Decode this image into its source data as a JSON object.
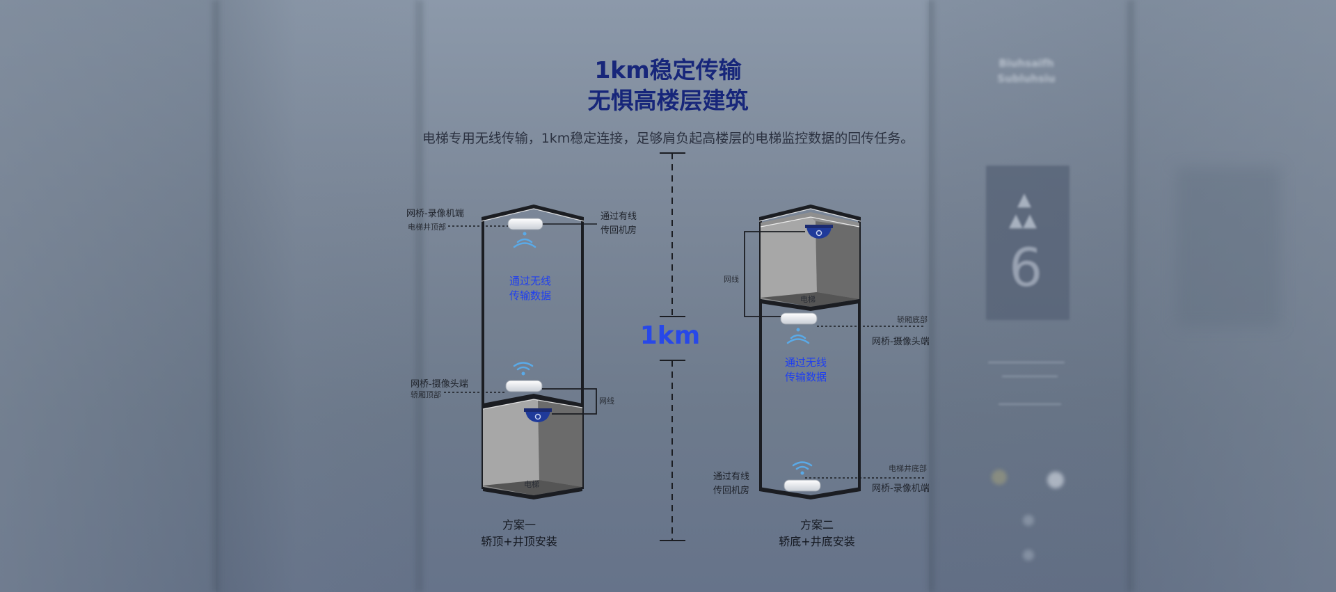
{
  "heading": {
    "line1": "1km稳定传输",
    "line2": "无惧高楼层建筑",
    "description": "电梯专用无线传输，1km稳定连接，足够肩负起高楼层的电梯监控数据的回传任务。"
  },
  "distance_label": "1km",
  "scheme_one": {
    "bridge_nvr_label": "网桥-录像机端",
    "shaft_top_label": "电梯井顶部",
    "wired_return_label": "通过有线\n传回机房",
    "wireless_label": "通过无线\n传输数据",
    "bridge_camera_label": "网桥-摄像头端",
    "car_top_label": "轿厢顶部",
    "cable_label": "网线",
    "elevator_label": "电梯",
    "caption": "方案一\n轿顶+井顶安装"
  },
  "scheme_two": {
    "cable_label": "网线",
    "elevator_label": "电梯",
    "car_bottom_label": "轿厢底部",
    "bridge_camera_label": "网桥-摄像头端",
    "wireless_label": "通过无线\n传输数据",
    "shaft_bottom_label": "电梯井底部",
    "bridge_nvr_label": "网桥-录像机端",
    "wired_return_label": "通过有线\n传回机房",
    "caption": "方案二\n轿底+井底安装"
  },
  "background": {
    "text_line1": "Biuhsaifh",
    "text_line2": "Subluhsiu",
    "floor_number": "6"
  },
  "colors": {
    "title": "#17267a",
    "accent_blue": "#1f3ff0",
    "camera_blue": "#1f3a9a",
    "wifi_blue": "#5aaae8",
    "shaft_outline": "#1b1d22"
  },
  "icons": [
    "wifi-icon",
    "dome-camera-icon",
    "bridge-device-icon",
    "arrow-up-icon"
  ]
}
